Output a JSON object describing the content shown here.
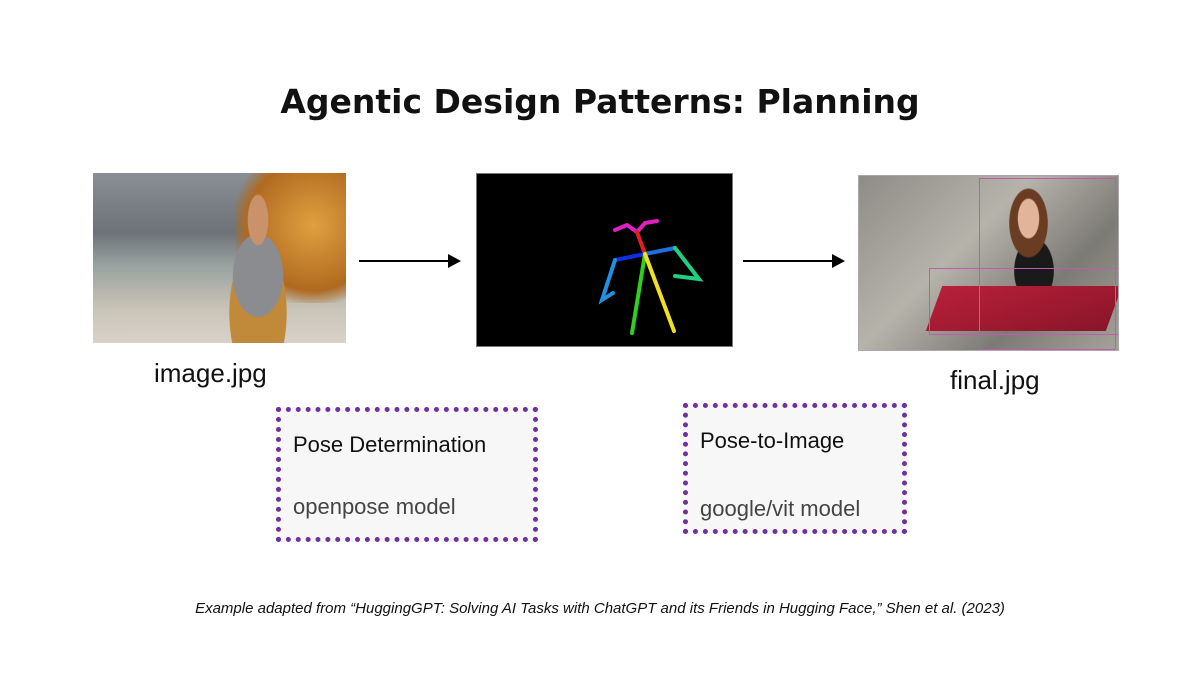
{
  "title": "Agentic Design Patterns: Planning",
  "images": {
    "input_caption": "image.jpg",
    "output_caption": "final.jpg"
  },
  "steps": [
    {
      "task": "Pose Determination",
      "model": "openpose model"
    },
    {
      "task": "Pose-to-Image",
      "model": "google/vit model"
    }
  ],
  "colors": {
    "box_border": "#7030a0",
    "box_fill": "#f7f7f7"
  },
  "footer": "Example adapted from “HuggingGPT: Solving AI Tasks with ChatGPT and its Friends in Hugging Face,” Shen et al. (2023)"
}
